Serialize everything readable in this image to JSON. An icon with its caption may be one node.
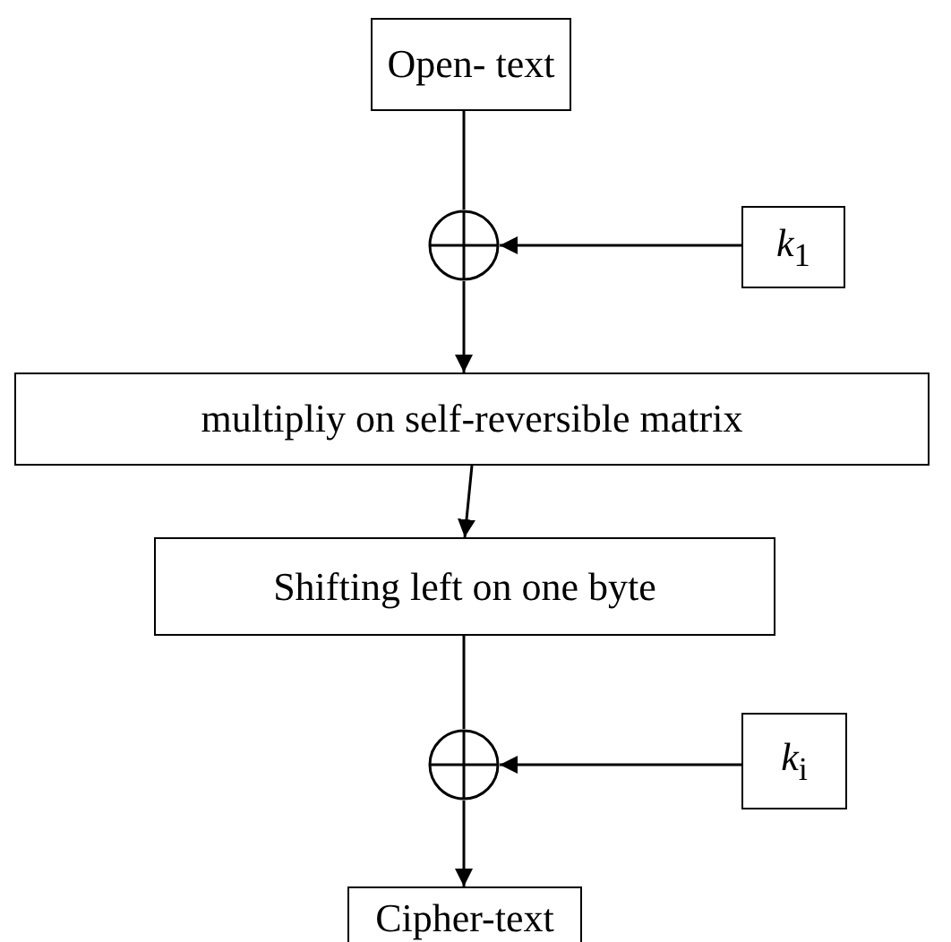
{
  "diagram": {
    "nodes": [
      {
        "text": [
          "Open- text"
        ]
      },
      {
        "text": [],
        "shape": "circle"
      },
      {
        "text": [
          "*k*$_{1}$"
        ]
      },
      {
        "text": [
          "multipliy on self-reversible matrix"
        ]
      },
      {
        "text": [
          "Shifting left on one byte"
        ]
      },
      {
        "text": [],
        "shape": "circle"
      },
      {
        "text": [
          "*k*$_{i}$"
        ]
      },
      {
        "text": [
          "Cipher-text"
        ]
      }
    ],
    "edges": [
      {
        "from": 0,
        "to": 1,
        "arrow": "none"
      },
      {
        "from": 2,
        "to": 1,
        "arrow": "to"
      },
      {
        "from": 1,
        "to": 3,
        "arrow": "to"
      },
      {
        "from": 3,
        "to": 4,
        "arrow": "to"
      },
      {
        "from": 4,
        "to": 5,
        "arrow": "none"
      },
      {
        "from": 6,
        "to": 5,
        "arrow": "to"
      },
      {
        "from": 5,
        "to": 7,
        "arrow": "to"
      }
    ]
  }
}
